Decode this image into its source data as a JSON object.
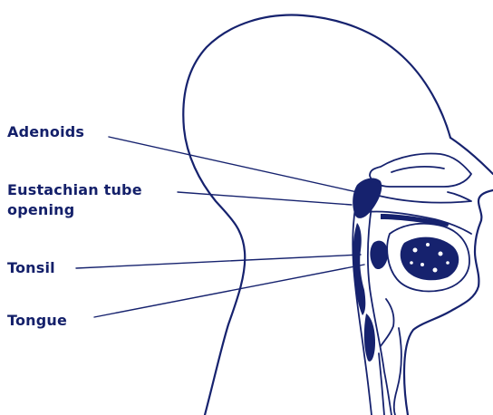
{
  "labels": {
    "adenoids": "Adenoids",
    "eustachian_line1": "Eustachian tube",
    "eustachian_line2": "opening",
    "tonsil": "Tonsil",
    "tongue": "Tongue"
  },
  "colors": {
    "ink": "#16226e",
    "label": "#14206a",
    "background": "#ffffff"
  }
}
